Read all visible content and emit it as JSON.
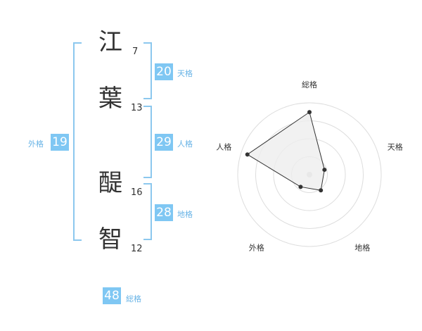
{
  "name_chars": [
    {
      "char": "江",
      "strokes": "7"
    },
    {
      "char": "葉",
      "strokes": "13"
    },
    {
      "char": "醍",
      "strokes": "16"
    },
    {
      "char": "智",
      "strokes": "12"
    }
  ],
  "kaku": {
    "tenkaku": {
      "value": "20",
      "label": "天格"
    },
    "jinkaku": {
      "value": "29",
      "label": "人格"
    },
    "chikaku": {
      "value": "28",
      "label": "地格"
    },
    "gaikaku": {
      "value": "19",
      "label": "外格"
    },
    "soukaku": {
      "value": "48",
      "label": "総格"
    }
  },
  "colors": {
    "accent": "#7fc7f3",
    "bracket": "#8cc8ee",
    "radar_fill": "#eeeeee"
  },
  "chart_data": {
    "type": "radar",
    "axes": [
      "総格",
      "天格",
      "地格",
      "外格",
      "人格"
    ],
    "rings": 4,
    "values": [
      0.87,
      0.22,
      0.27,
      0.21,
      0.91
    ]
  }
}
